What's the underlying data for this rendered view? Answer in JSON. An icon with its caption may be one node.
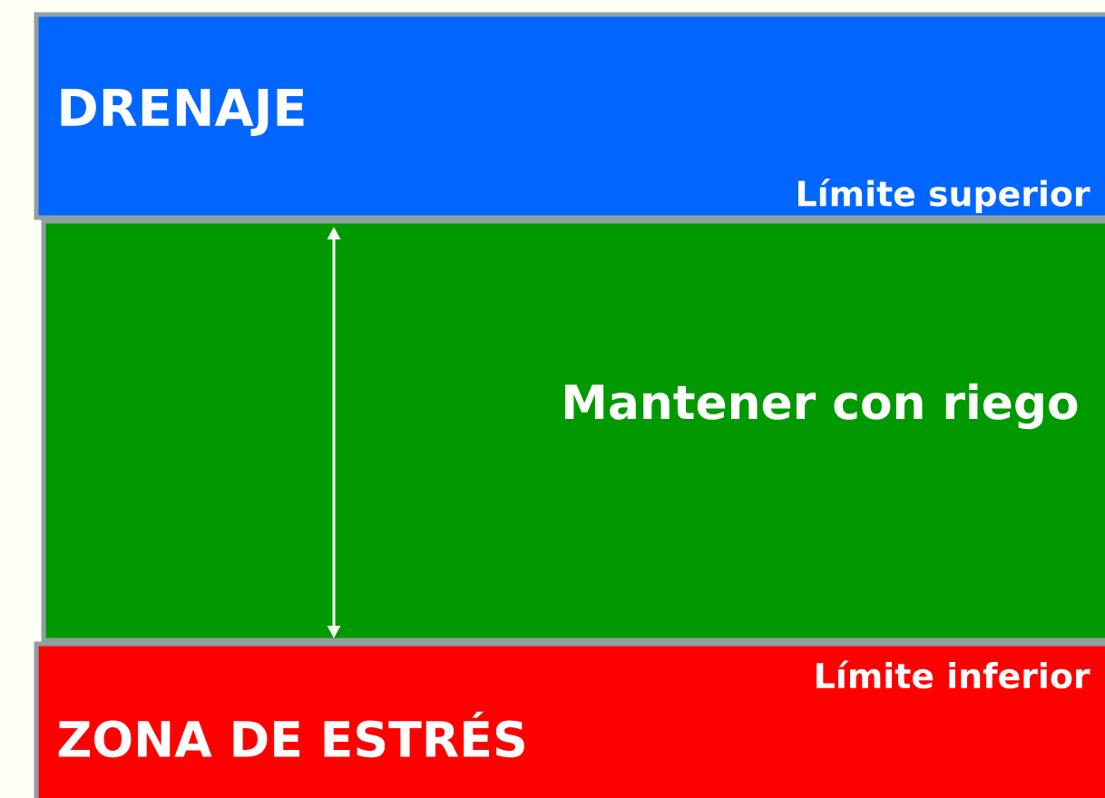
{
  "diagram": {
    "nodes": [
      {
        "text": [
          "DRENAJE",
          "Límite superior"
        ]
      },
      {
        "text": [
          "Mantener con riego"
        ]
      },
      {
        "text": [
          "Límite inferior",
          "ZONA DE ESTRÉS"
        ]
      }
    ]
  }
}
